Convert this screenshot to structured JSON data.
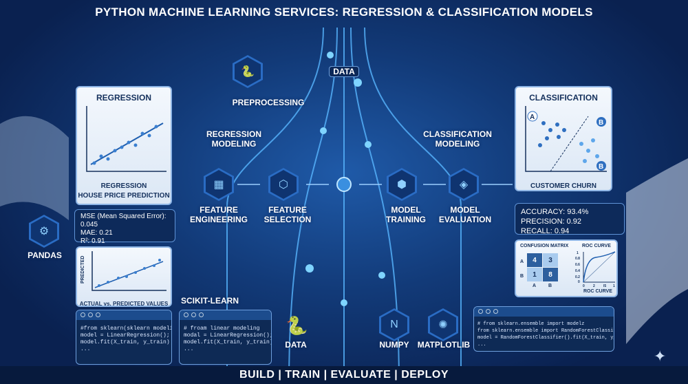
{
  "title": "PYTHON MACHINE LEARNING SERVICES: REGRESSION & CLASSIFICATION MODELS",
  "labels": {
    "data_top": "DATA",
    "preprocessing": "PREPROCESSING",
    "regression_modeling": "REGRESSION MODELING",
    "classification_modeling": "CLASSIFICATION MODELING",
    "pandas": "PANDAS",
    "scikit_learn": "SCIKIT-LEARN",
    "data_bottom": "DATA",
    "numpy": "NUMPY",
    "matplotlib": "MATPLOTLIB"
  },
  "pipeline": [
    {
      "label": "FEATURE ENGINEERING"
    },
    {
      "label": "FEATURE SELECTION"
    },
    {
      "label": "MODEL TRAINING"
    },
    {
      "label": "MODEL EVALUATION"
    }
  ],
  "regression_card": {
    "title": "REGRESSION",
    "axis_label": "REGRESSION",
    "caption": "HOUSE PRICE PREDICTION"
  },
  "regression_metrics": [
    "MSE (Mean Squared Error): 0.045",
    "MAE: 0.21",
    "R²: 0.91"
  ],
  "avp_plot": {
    "ylabel": "PREDICTED",
    "xlabel": "ACTUAL vs. PREDICTED VALUES"
  },
  "code1": "#from sklearn(sklearn modeling)\nmodel = LinearRegression();\nmodel.fit(X_train, y_train)\n...",
  "code2": "# froam linear modeling\nmodal = LinearRegression();\nmodel.fit(X_train, y_train)\n...",
  "code3": "# from sklearn.ensemble import modelz\nfrom sklearn.ensemble import RandomForestClassifier\nmodel = RandomForestClassifier().fit(X_train, y_train)\n...",
  "classification_card": {
    "title": "CLASSIFICATION",
    "class_a": "A",
    "class_b1": "B",
    "class_b2": "B",
    "caption": "CUSTOMER CHURN"
  },
  "classification_metrics": [
    "ACCURACY: 93.4%",
    "PRECISION: 0.92",
    "RECALL: 0.94"
  ],
  "confusion": {
    "title": "CONFUSION MATRIX",
    "rows": [
      "A",
      "B"
    ],
    "cols": [
      "A",
      "B"
    ],
    "cells": [
      "4",
      "3",
      "1",
      "8"
    ]
  },
  "roc": {
    "title": "ROC CURVE",
    "caption": "ROC CURVE",
    "yticks": [
      "1",
      "0.8",
      "0.6",
      "0.4",
      "0.2",
      "0"
    ],
    "xticks": [
      "0",
      "2",
      "l5",
      "1"
    ]
  },
  "footer": "BUILD | TRAIN | EVALUATE | DEPLOY",
  "colors": {
    "accent": "#4aa8ff",
    "background": "#0b2350"
  }
}
